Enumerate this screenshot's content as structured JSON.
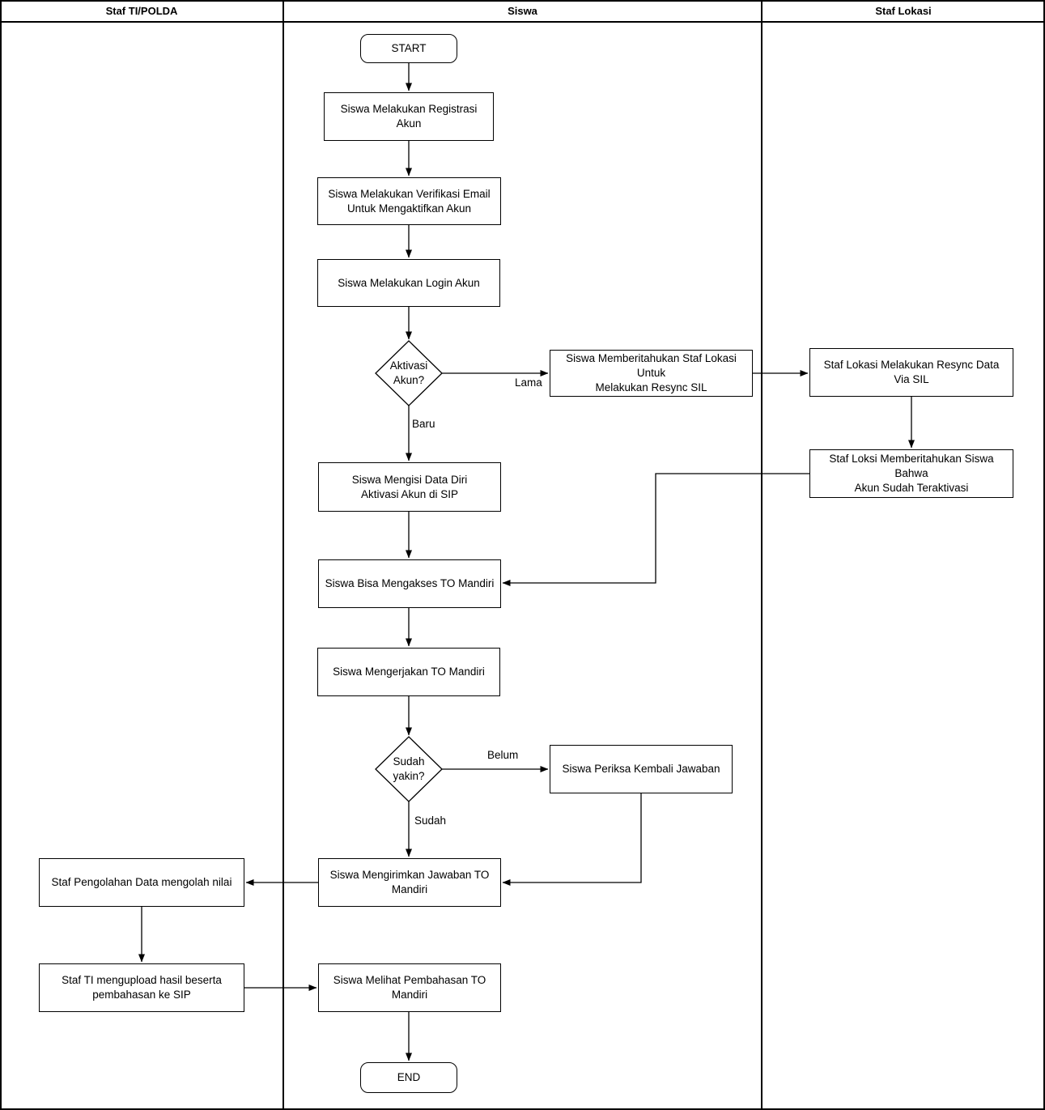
{
  "lanes": {
    "staf_ti_polda": "Staf TI/POLDA",
    "siswa": "Siswa",
    "staf_lokasi": "Staf Lokasi"
  },
  "nodes": {
    "start": "START",
    "registrasi": "Siswa Melakukan Registrasi Akun",
    "verifikasi": "Siswa Melakukan Verifikasi Email\nUntuk Mengaktifkan Akun",
    "login": "Siswa Melakukan Login Akun",
    "aktivasi_akun": "Aktivasi\nAkun?",
    "memberitahukan_resync": "Siswa Memberitahukan Staf Lokasi Untuk\nMelakukan Resync SIL",
    "resync_data": "Staf Lokasi Melakukan Resync Data\nVia SIL",
    "teraktivasi": "Staf Loksi Memberitahukan Siswa Bahwa\nAkun Sudah Teraktivasi",
    "mengisi_data": "Siswa Mengisi Data Diri\nAktivasi Akun di SIP",
    "mengakses_to": "Siswa Bisa Mengakses TO Mandiri",
    "mengerjakan_to": "Siswa Mengerjakan TO Mandiri",
    "sudah_yakin": "Sudah\nyakin?",
    "periksa_jawaban": "Siswa Periksa Kembali Jawaban",
    "mengirimkan_jawaban": "Siswa Mengirimkan Jawaban TO Mandiri",
    "pengolahan_nilai": "Staf Pengolahan Data mengolah nilai",
    "upload_hasil": "Staf  TI mengupload hasil beserta\npembahasan ke SIP",
    "melihat_pembahasan": "Siswa Melihat Pembahasan TO Mandiri",
    "end": "END"
  },
  "edge_labels": {
    "lama": "Lama",
    "baru": "Baru",
    "belum": "Belum",
    "sudah": "Sudah"
  },
  "colors": {
    "stroke": "#000000",
    "fill": "#ffffff",
    "text": "#000000"
  }
}
